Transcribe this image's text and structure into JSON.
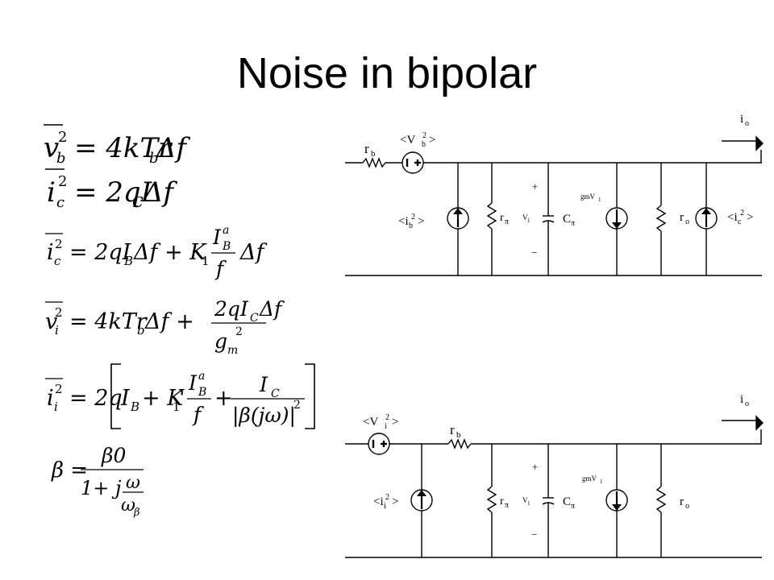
{
  "title": "Noise in bipolar",
  "equations": {
    "eq1": {
      "lhs_var": "v",
      "lhs_sub": "b",
      "lhs_sup": "2",
      "rhs": "= 4kTr",
      "rhs_sub": "b",
      "rhs_tail": "Δf"
    },
    "eq2": {
      "lhs_var": "i",
      "lhs_sub": "c",
      "lhs_sup": "2",
      "rhs": "= 2qI",
      "rhs_sub": "C",
      "rhs_tail": "Δf"
    },
    "eq3": {
      "lhs_var": "i",
      "lhs_sub": "c",
      "lhs_sup": "2",
      "rhs_a": "= 2qI",
      "rhs_a_sub": "B",
      "rhs_b": "Δf + K",
      "rhs_b_sub": "1",
      "num": "I",
      "num_sup": "a",
      "num_sub": "B",
      "den": "f",
      "tail": "Δf"
    },
    "eq4": {
      "lhs_var": "v",
      "lhs_sub": "i",
      "lhs_sup": "2",
      "rhs_a": "= 4kTr",
      "rhs_a_sub": "b",
      "rhs_b": "Δf +",
      "num": "2qI",
      "num_sub": "C",
      "num_tail": "Δf",
      "den": "g",
      "den_sub": "m",
      "den_sup": "2"
    },
    "eq5": {
      "lhs_var": "i",
      "lhs_sub": "i",
      "lhs_sup": "2",
      "rhs_a": "= 2q",
      "term1": "I",
      "term1_sub": "B",
      "plus1": "+ K",
      "plus1_sub": "1",
      "prime": "'",
      "num1": "I",
      "num1_sup": "a",
      "num1_sub": "B",
      "den1": "f",
      "plus2": "+",
      "num2": "I",
      "num2_sub": "C",
      "den2": "|β(jω)|",
      "den2_sup": "2"
    },
    "eq6": {
      "lhs": "β =",
      "num": "β0",
      "den_a": "1+ j",
      "den_num": "ω",
      "den_den": "ω",
      "den_den_sub": "β"
    }
  },
  "circuit_top": {
    "io_label": "i",
    "io_sub": "o",
    "rb_label": "r",
    "rb_sub": "b",
    "vb_label": "<V",
    "vb_sub": "b",
    "vb_sup": "2",
    "vb_close": ">",
    "ib_label": "<i",
    "ib_sub": "b",
    "ib_sup": "2",
    "ib_close": ">",
    "rpi_label": "r",
    "rpi_sub": "π",
    "v1_label": "V",
    "v1_sub": "1",
    "cpi_label": "C",
    "cpi_sub": "π",
    "gm_label": "gmV",
    "gm_sub": "1",
    "ro_label": "r",
    "ro_sub": "o",
    "ic_label": "<i",
    "ic_sub": "c",
    "ic_sup": "2",
    "ic_close": ">",
    "plus": "+",
    "minus": "−"
  },
  "circuit_bottom": {
    "io_label": "i",
    "io_sub": "o",
    "rb_label": "r",
    "rb_sub": "b",
    "vi_label": "<V",
    "vi_sub": "i",
    "vi_sup": "2",
    "vi_close": ">",
    "ii_label": "<i",
    "ii_sub": "i",
    "ii_sup": "2",
    "ii_close": ">",
    "rpi_label": "r",
    "rpi_sub": "π",
    "v1_label": "V",
    "v1_sub": "1",
    "cpi_label": "C",
    "cpi_sub": "π",
    "gm_label": "gmV",
    "gm_sub": "1",
    "ro_label": "r",
    "ro_sub": "o",
    "plus": "+",
    "minus": "−"
  }
}
